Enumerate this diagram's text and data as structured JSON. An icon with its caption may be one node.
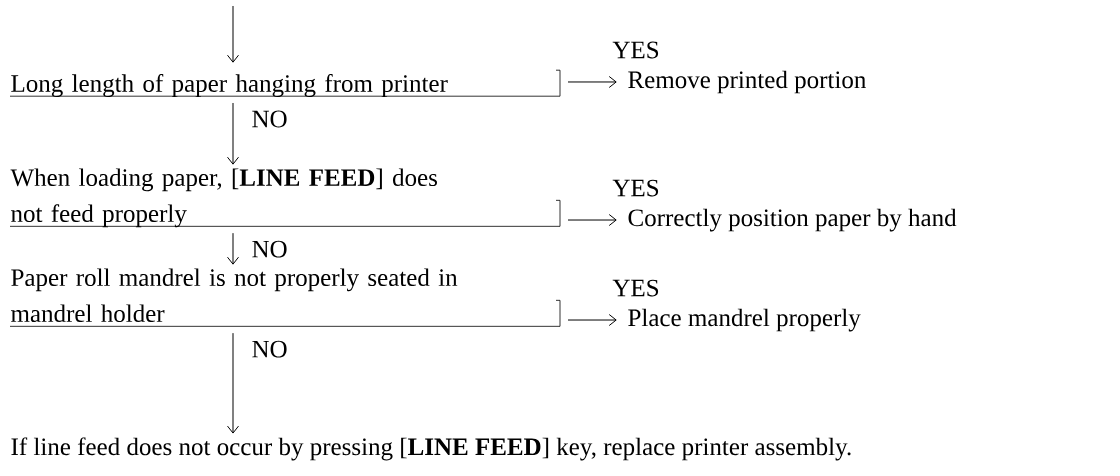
{
  "diagram": {
    "nodes": [
      {
        "text": [
          "Long length of paper hanging from printer"
        ]
      },
      {
        "text": [
          "Remove printed portion"
        ]
      },
      {
        "text": [
          "When loading paper, [**LINE FEED**] does not feed properly"
        ]
      },
      {
        "text": [
          "Correctly position paper by hand"
        ]
      },
      {
        "text": [
          "Paper roll mandrel is not properly seated in mandrel holder"
        ]
      },
      {
        "text": [
          "Place mandrel properly"
        ]
      },
      {
        "text": [
          "If line feed does not occur by pressing [**LINE FEED**] key, replace printer assembly."
        ]
      }
    ],
    "edges": [
      {
        "from": null,
        "to": 0,
        "arrow": "to"
      },
      {
        "from": 0,
        "to": 1,
        "arrow": "to",
        "label": "YES"
      },
      {
        "from": 0,
        "to": 2,
        "arrow": "to",
        "label": "NO"
      },
      {
        "from": 2,
        "to": 3,
        "arrow": "to",
        "label": "YES"
      },
      {
        "from": 2,
        "to": 4,
        "arrow": "to",
        "label": "NO"
      },
      {
        "from": 4,
        "to": 5,
        "arrow": "to",
        "label": "YES"
      },
      {
        "from": 4,
        "to": 6,
        "arrow": "to",
        "label": "NO"
      }
    ]
  }
}
